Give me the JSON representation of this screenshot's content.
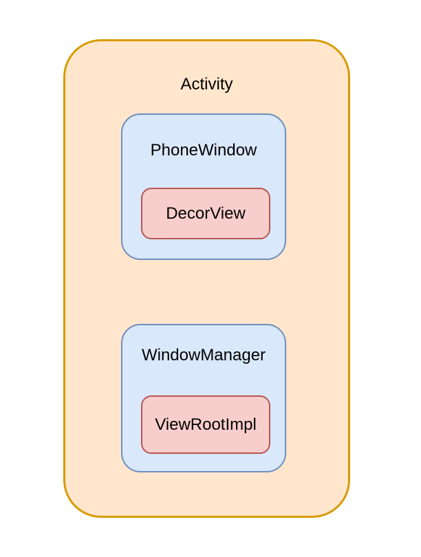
{
  "diagram": {
    "background": "#ffffff",
    "text_color": "#000000",
    "nodes": {
      "activity": {
        "label": "Activity",
        "fill": "#FFE6CC",
        "stroke": "#D79B00"
      },
      "phone_window": {
        "label": "PhoneWindow",
        "fill": "#DAE8FC",
        "stroke": "#6C8EBF"
      },
      "decor_view": {
        "label": "DecorView",
        "fill": "#F8CECC",
        "stroke": "#B85450"
      },
      "window_manager": {
        "label": "WindowManager",
        "fill": "#DAE8FC",
        "stroke": "#6C8EBF"
      },
      "view_root_impl": {
        "label": "ViewRootImpl",
        "fill": "#F8CECC",
        "stroke": "#B85450"
      }
    },
    "hierarchy": [
      "Activity > PhoneWindow > DecorView",
      "Activity > WindowManager > ViewRootImpl"
    ]
  }
}
